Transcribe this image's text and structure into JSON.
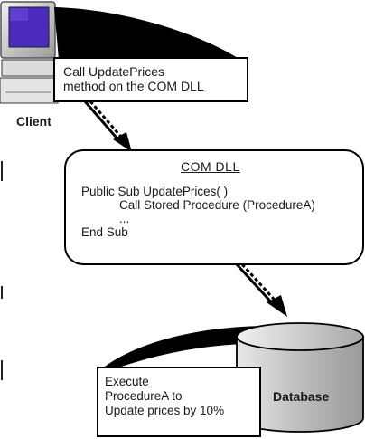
{
  "client": {
    "label": "Client",
    "callout_lines": [
      "Call UpdatePrices",
      "method on the COM DLL"
    ]
  },
  "com_dll": {
    "title": "COM DLL",
    "code_lines": [
      "Public Sub UpdatePrices( )",
      "Call Stored Procedure (ProcedureA)",
      "...",
      "End Sub"
    ]
  },
  "database": {
    "label": "Database",
    "callout_lines": [
      "Execute",
      "ProcedureA to",
      "Update prices by 10%"
    ]
  }
}
